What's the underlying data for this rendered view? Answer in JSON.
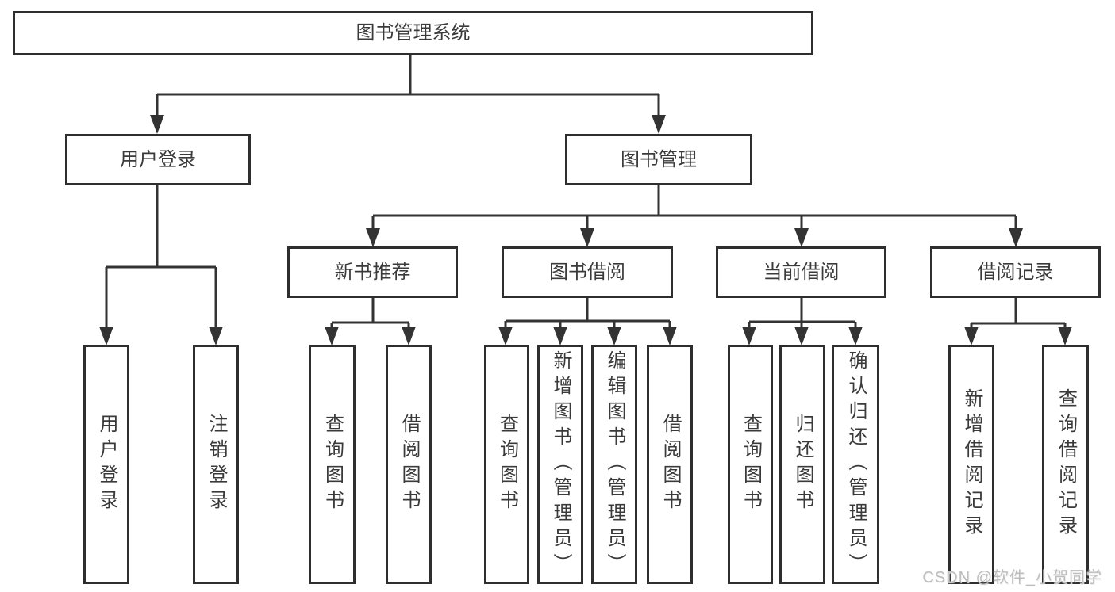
{
  "tree": {
    "root": {
      "label": "图书管理系统",
      "children": [
        {
          "label": "用户登录",
          "children": [
            {
              "label": "用户登录"
            },
            {
              "label": "注销登录"
            }
          ]
        },
        {
          "label": "图书管理",
          "children": [
            {
              "label": "新书推荐",
              "children": [
                {
                  "label": "查询图书"
                },
                {
                  "label": "借阅图书"
                }
              ]
            },
            {
              "label": "图书借阅",
              "children": [
                {
                  "label": "查询图书"
                },
                {
                  "label": "新增图书（管理员）"
                },
                {
                  "label": "编辑图书（管理员）"
                },
                {
                  "label": "借阅图书"
                }
              ]
            },
            {
              "label": "当前借阅",
              "children": [
                {
                  "label": "查询图书"
                },
                {
                  "label": "归还图书"
                },
                {
                  "label": "确认归还（管理员）"
                }
              ]
            },
            {
              "label": "借阅记录",
              "children": [
                {
                  "label": "新增借阅记录"
                },
                {
                  "label": "查询借阅记录"
                }
              ]
            }
          ]
        }
      ]
    }
  },
  "watermark": {
    "text": "CSDN @软件_小贺同学"
  },
  "colors": {
    "line": "#333333",
    "border": "#2e2e2e",
    "text": "#3a3a3a",
    "background": "#ffffff",
    "watermark": "#bdbdbd"
  }
}
